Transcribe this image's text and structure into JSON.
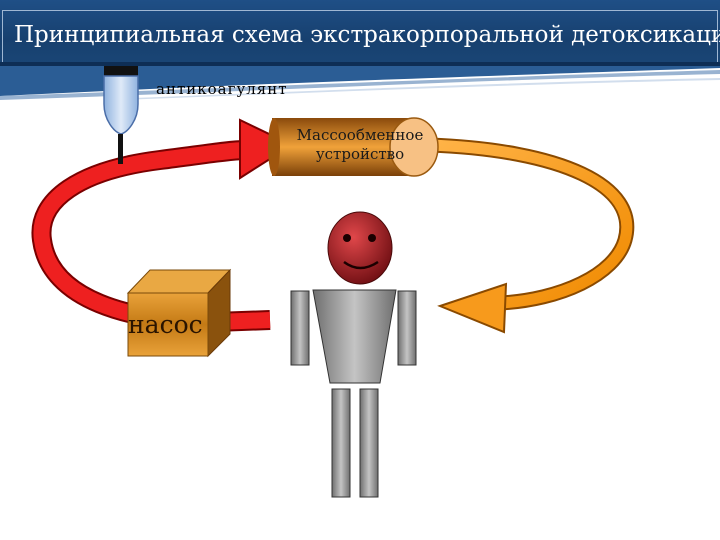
{
  "header": {
    "title": "Принципиальная схема экстракорпоральной детоксикации"
  },
  "diagram": {
    "anticoagulant_label": "антикоагулянт",
    "exchange_device_line1": "Массообменное",
    "exchange_device_line2": "устройство",
    "pump_label": "насос"
  },
  "colors": {
    "title_bar": "#1f4f86",
    "return_arrow": "#ff9f1a",
    "supply_arrow": "#e81d1d",
    "device_body": "#d98a1f",
    "pump_box": "#c8861c",
    "head": "#c0242a",
    "body": "#9a9a9a"
  }
}
